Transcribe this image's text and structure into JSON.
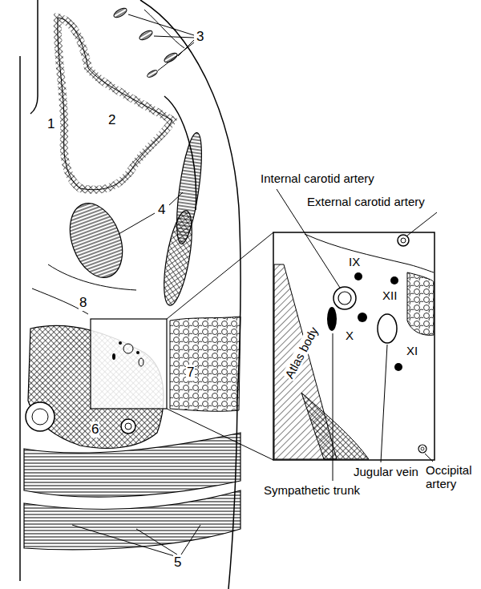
{
  "diagram": {
    "labels": [
      "3",
      "Internal carotid artery",
      "External carotid artery",
      "1",
      "2",
      "4",
      "IX",
      "XII",
      "8",
      "X",
      "XI",
      "7",
      "Atlas body",
      "6",
      "Jugular vein",
      "Sympathetic trunk",
      "Occipital artery",
      "5"
    ]
  }
}
